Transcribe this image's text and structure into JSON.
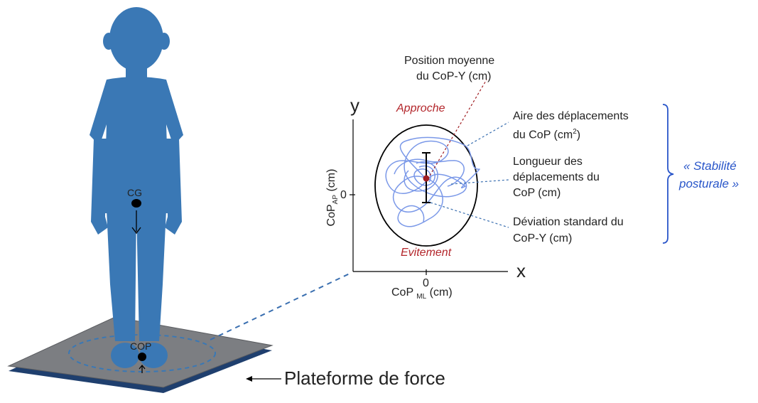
{
  "figure": {
    "person_color": "#3a78b5",
    "platform_top_color": "#7c7e82",
    "platform_edge_color": "#1f3f6e",
    "trace_color": "#7a98e8",
    "accent_red": "#b3262b",
    "accent_blue": "#2855c9"
  },
  "labels": {
    "cg": "CG",
    "cop": "COP",
    "platform": "Plateforme de force",
    "y_axis_letter": "y",
    "x_axis_letter": "x",
    "y_axis_label_main": "CoP",
    "y_axis_label_sub": "AP",
    "y_axis_label_unit": "(cm)",
    "y_zero": "0",
    "x_zero": "0",
    "x_axis_label_main": "CoP",
    "x_axis_label_sub": "ML",
    "x_axis_label_unit": "(cm)",
    "approche": "Approche",
    "evitement": "Evitement",
    "position_moyenne_l1": "Position moyenne",
    "position_moyenne_l2": "du CoP-Y (cm)",
    "aire_l1": "Aire des déplacements",
    "aire_l2": "du CoP (cm",
    "aire_sup": "2",
    "aire_l2_end": ")",
    "longueur_l1": "Longueur des",
    "longueur_l2": "déplacements du",
    "longueur_l3": "CoP (cm)",
    "deviation_l1": "Déviation standard du",
    "deviation_l2": "CoP-Y (cm)",
    "stabilite_l1": "« Stabilité",
    "stabilite_l2": "posturale »"
  }
}
